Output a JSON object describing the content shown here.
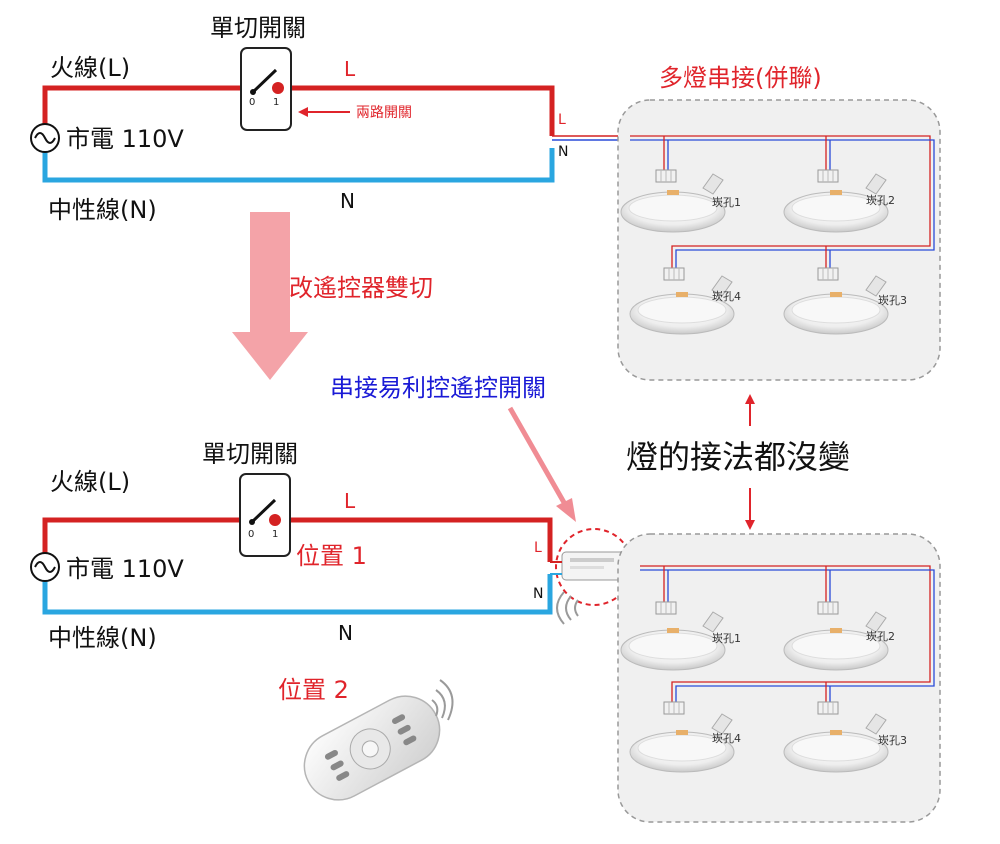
{
  "top_diagram": {
    "switch_title": "單切開關",
    "live_label": "火線(L)",
    "mains_label": "市電 110V",
    "neutral_label": "中性線(N)",
    "wire_L": "L",
    "wire_L_small": "L",
    "wire_N": "N",
    "wire_N_small": "N",
    "switch_pos_0": "0",
    "switch_pos_1": "1",
    "two_way_note": "兩路開關"
  },
  "arrow_note": "改遙控器雙切",
  "controller_note": "串接易利控遙控開關",
  "lamps_unchanged_note": "燈的接法都沒變",
  "multi_lamp_title": "多燈串接(併聯)",
  "lamp_labels": [
    "崁孔1",
    "崁孔2",
    "崁孔4",
    "崁孔3"
  ],
  "bottom_diagram": {
    "switch_title": "單切開關",
    "live_label": "火線(L)",
    "mains_label": "市電 110V",
    "neutral_label": "中性線(N)",
    "wire_L": "L",
    "wire_L_small": "L",
    "wire_N": "N",
    "wire_N_small": "N",
    "switch_pos_0": "0",
    "switch_pos_1": "1",
    "position_1": "位置 1",
    "position_2": "位置 2"
  },
  "colors": {
    "live": "#d42222",
    "neutral": "#2aa6e0",
    "accent_red": "#e0242b",
    "accent_blue": "#1a1ad6",
    "arrow_pink": "#f4a3a8"
  }
}
